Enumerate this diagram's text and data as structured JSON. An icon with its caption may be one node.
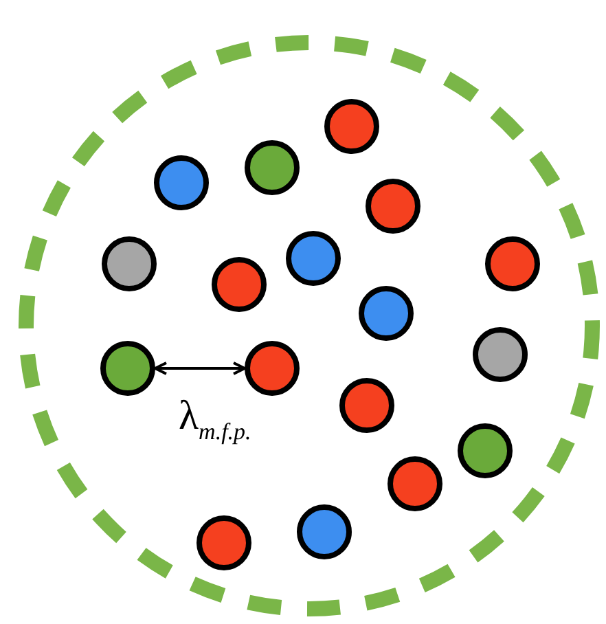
{
  "diagram": {
    "nodes": [
      {
        "text": [],
        "shape": "circle"
      },
      {
        "text": [],
        "shape": "circle"
      },
      {
        "text": [],
        "shape": "circle"
      },
      {
        "text": [],
        "shape": "circle"
      },
      {
        "text": [],
        "shape": "circle"
      },
      {
        "text": [],
        "shape": "circle"
      },
      {
        "text": [],
        "shape": "circle"
      },
      {
        "text": [],
        "shape": "circle"
      },
      {
        "text": [],
        "shape": "circle"
      },
      {
        "text": [],
        "shape": "circle"
      },
      {
        "text": [],
        "shape": "circle"
      },
      {
        "text": [],
        "shape": "circle"
      },
      {
        "text": [],
        "shape": "circle"
      },
      {
        "text": [],
        "shape": "circle"
      },
      {
        "text": [],
        "shape": "circle"
      },
      {
        "text": [],
        "shape": "circle"
      },
      {
        "text": [],
        "shape": "circle"
      }
    ],
    "edges": [
      {
        "from": 10,
        "to": 11,
        "arrow": "both",
        "label": "λ$_{m.f.p.}$"
      }
    ]
  }
}
